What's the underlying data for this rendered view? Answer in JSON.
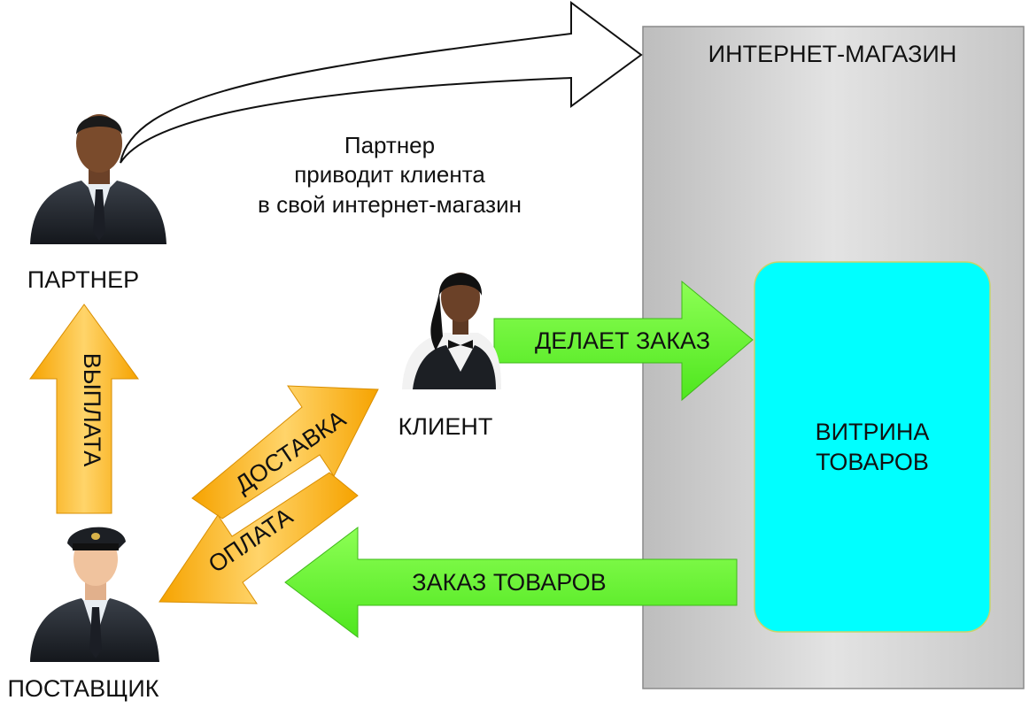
{
  "shop": {
    "title": "ИНТЕРНЕТ-МАГАЗИН",
    "showcase_line1": "ВИТРИНА",
    "showcase_line2": "ТОВАРОВ"
  },
  "actors": {
    "partner": "ПАРТНЕР",
    "client": "КЛИЕНТ",
    "supplier": "ПОСТАВЩИК"
  },
  "note": {
    "line1": "Партнер",
    "line2": "приводит клиента",
    "line3": "в свой интернет-магазин"
  },
  "arrows": {
    "order": "ДЕЛАЕТ ЗАКАЗ",
    "goods_order": "ЗАКАЗ ТОВАРОВ",
    "payout": "ВЫПЛАТА",
    "delivery": "ДОСТАВКА",
    "payment": "ОПЛАТА"
  },
  "colors": {
    "shop_box": "#cfcfcf",
    "showcase": "#00ffff",
    "green_arrow": "#66ff33",
    "orange_arrow": "#f7a400",
    "suit": "#1e2229",
    "skin": "#7a4b2c"
  },
  "icons": [
    "partner-person-icon",
    "client-person-icon",
    "supplier-person-icon"
  ]
}
